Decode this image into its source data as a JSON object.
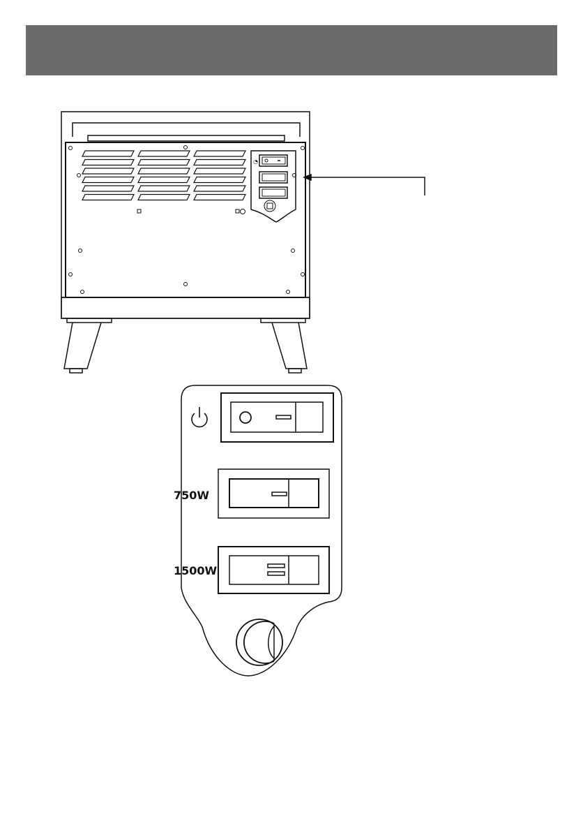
{
  "header": {
    "title": ""
  },
  "panel": {
    "switches": [
      {
        "id": "power",
        "label": "",
        "icon": "power-icon",
        "indicator": "light"
      },
      {
        "id": "low",
        "label": "750W",
        "icon": "",
        "indicator": "one-bar"
      },
      {
        "id": "high",
        "label": "1500W",
        "icon": "",
        "indicator": "two-bars"
      }
    ],
    "knob": {
      "icon": "thermostat-knob-icon"
    }
  },
  "colors": {
    "header_bg": "#6b6b6b",
    "line": "#111111"
  }
}
